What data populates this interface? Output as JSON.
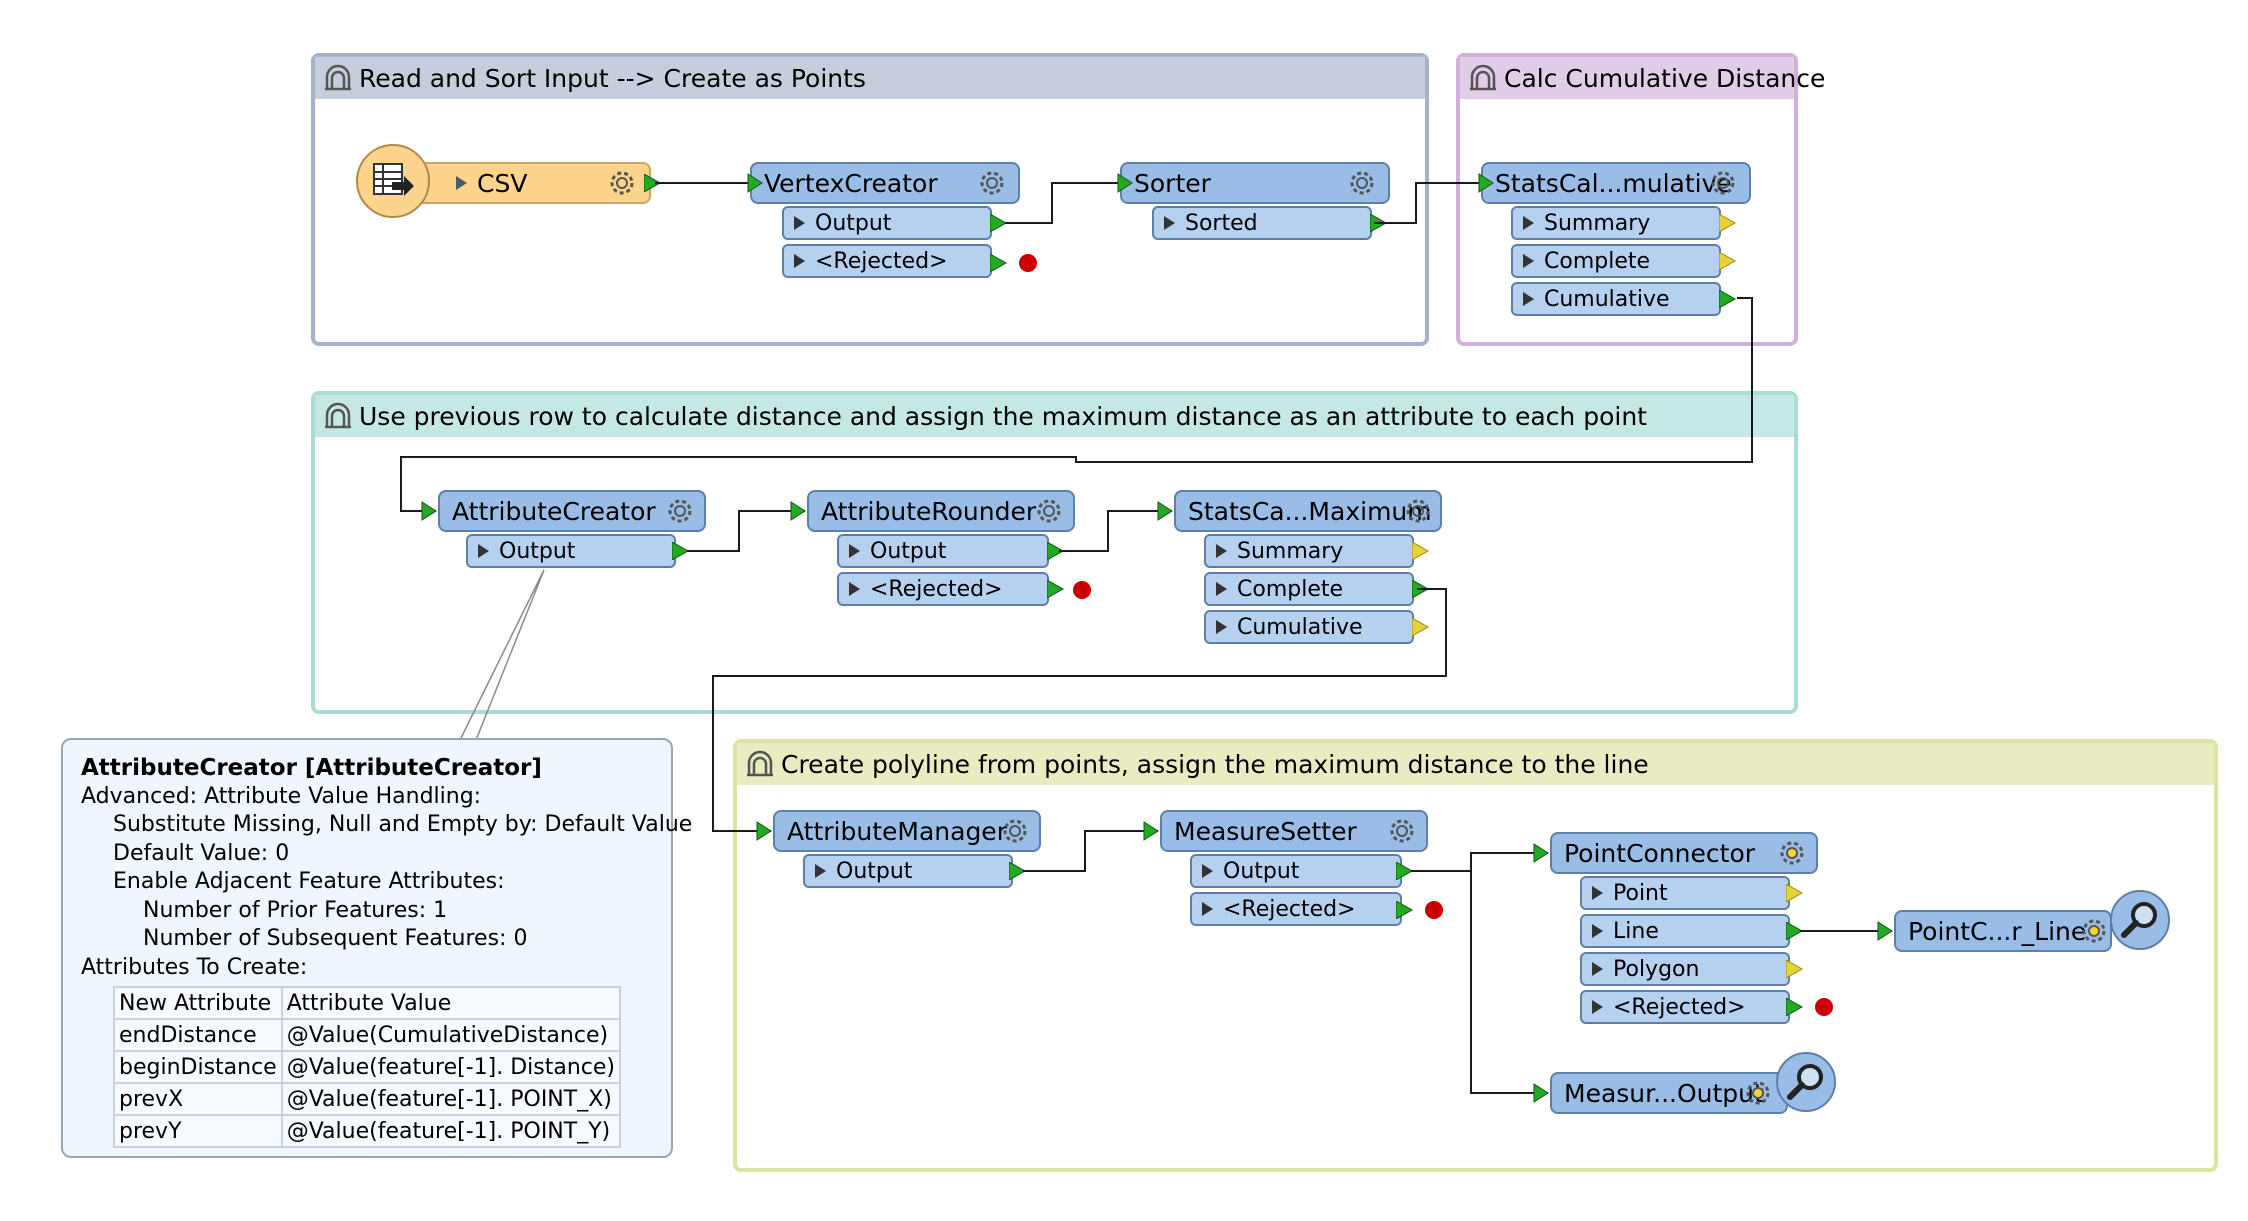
{
  "bookmarks": {
    "read_sort": {
      "title": "Read and Sort Input --> Create as Points",
      "color": "#a6b2cc",
      "fill": "#c6cedd"
    },
    "calc_cumulative": {
      "title": "Calc Cumulative Distance",
      "color": "#d2b0dd",
      "fill": "#e2cde9"
    },
    "previous_row": {
      "title": "Use previous row to calculate distance and assign the maximum distance as an attribute to each point",
      "color": "#aadcd7",
      "fill": "#c5e8e4"
    },
    "create_polyline": {
      "title": "Create polyline from points, assign the maximum distance to the line",
      "color": "#dde3a3",
      "fill": "#e8ecc0"
    }
  },
  "transformers": {
    "csv": {
      "name": "CSV"
    },
    "vertex_creator": {
      "name": "VertexCreator",
      "ports": [
        "Output",
        "<Rejected>"
      ]
    },
    "sorter": {
      "name": "Sorter",
      "ports": [
        "Sorted"
      ]
    },
    "stats_cumulative": {
      "name": "StatsCal...mulative",
      "ports": [
        "Summary",
        "Complete",
        "Cumulative"
      ]
    },
    "attribute_creator": {
      "name": "AttributeCreator",
      "ports": [
        "Output"
      ]
    },
    "attribute_rounder": {
      "name": "AttributeRounder",
      "ports": [
        "Output",
        "<Rejected>"
      ]
    },
    "stats_maximum": {
      "name": "StatsCa...Maximum",
      "ports": [
        "Summary",
        "Complete",
        "Cumulative"
      ]
    },
    "attribute_manager": {
      "name": "AttributeManager",
      "ports": [
        "Output"
      ]
    },
    "measure_setter": {
      "name": "MeasureSetter",
      "ports": [
        "Output",
        "<Rejected>"
      ]
    },
    "point_connector": {
      "name": "PointConnector",
      "ports": [
        "Point",
        "Line",
        "Polygon",
        "<Rejected>"
      ]
    },
    "inspector_line": {
      "name": "PointC...r_Line"
    },
    "inspector_output": {
      "name": "Measur...Output"
    }
  },
  "callout": {
    "title": "AttributeCreator [AttributeCreator]",
    "lines": [
      "Advanced: Attribute Value Handling:",
      "Substitute Missing, Null and Empty by: Default Value",
      "Default Value: 0",
      "Enable Adjacent Feature Attributes:",
      "Number of Prior Features: 1",
      "Number of Subsequent Features: 0",
      "Attributes To Create:"
    ],
    "table": {
      "headers": [
        "New Attribute",
        "Attribute Value"
      ],
      "rows": [
        [
          "endDistance",
          "@Value(CumulativeDistance)"
        ],
        [
          "beginDistance",
          "@Value(feature[-1]. Distance)"
        ],
        [
          "prevX",
          "@Value(feature[-1]. POINT_X)"
        ],
        [
          "prevY",
          "@Value(feature[-1]. POINT_Y)"
        ]
      ]
    }
  },
  "colors": {
    "transformer": "#99bde6",
    "port": "#b6d0ef",
    "reader": "#fcd48c",
    "port_connected": "#22aa22",
    "port_unconnected": "#e8d23a",
    "rejected_dot": "#cc0000"
  }
}
